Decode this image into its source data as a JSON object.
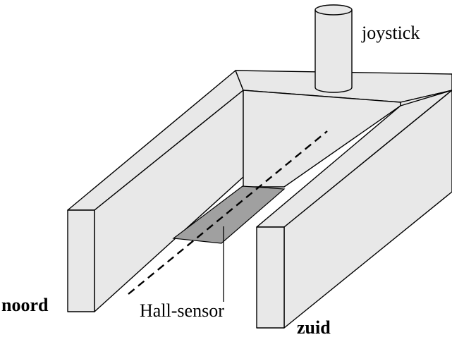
{
  "labels": {
    "joystick": "joystick",
    "hall_sensor": "Hall-sensor",
    "noord": "noord",
    "zuid": "zuid"
  },
  "colors": {
    "magnet_face": "#e8e8e8",
    "sensor_plate": "#a0a0a0",
    "stroke": "#000000",
    "background": "#ffffff"
  }
}
